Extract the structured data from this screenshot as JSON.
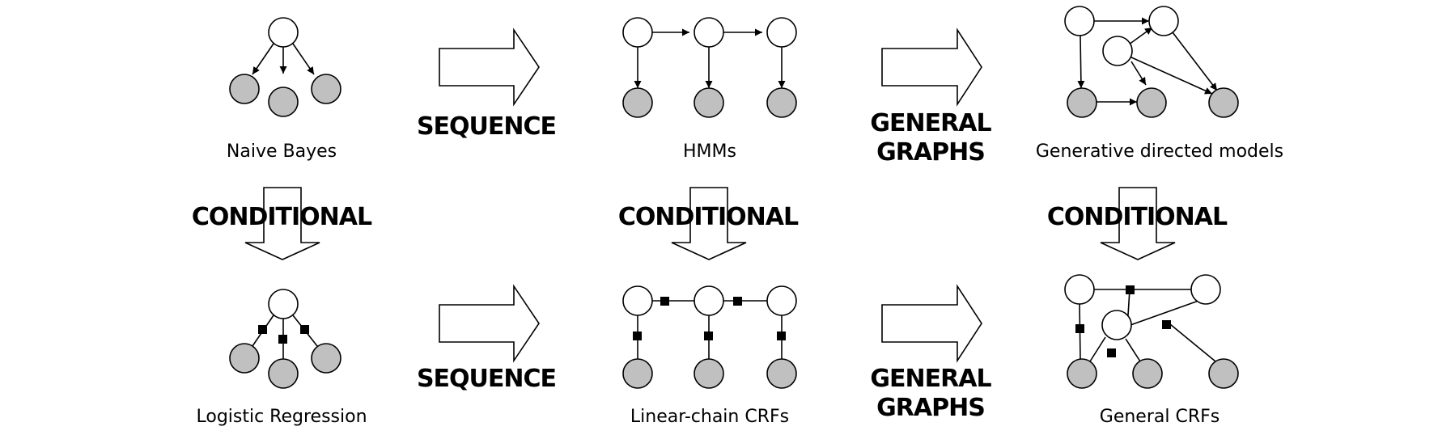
{
  "colors": {
    "latent_node": "#ffffff",
    "observed_node": "#c0c0c0",
    "stroke": "#000000",
    "factor": "#000000"
  },
  "models": {
    "naive_bayes": "Naive Bayes",
    "hmms": "HMMs",
    "generative_directed": "Generative directed models",
    "logistic_regression": "Logistic Regression",
    "linear_chain_crfs": "Linear-chain CRFs",
    "general_crfs": "General CRFs"
  },
  "operations": {
    "sequence": "SEQUENCE",
    "general_graphs_line1": "GENERAL",
    "general_graphs_line2": "GRAPHS",
    "conditional": "CONDITIONAL"
  }
}
